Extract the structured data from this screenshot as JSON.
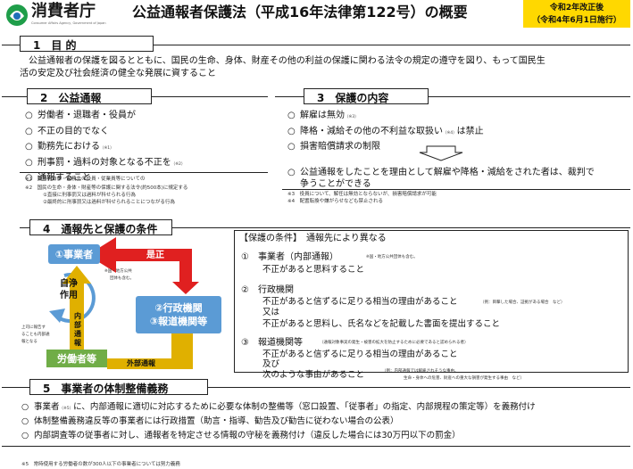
{
  "header": {
    "org_name": "消費者庁",
    "org_sub": "Consumer Affairs Agency, Government of Japan",
    "title": "公益通報者保護法（平成16年法律第122号）の概要",
    "badge_line1": "令和2年改正後",
    "badge_line2": "（令和4年6月1日施行）"
  },
  "s1": {
    "heading": "1　目 的",
    "line1": "公益通報者の保護を図るとともに、国民の生命、身体、財産その他の利益の保護に関わる法令の規定の遵守を図り、もって国民生",
    "line2": "活の安定及び社会経済の健全な発展に資すること"
  },
  "s2": {
    "heading": "2　公益通報",
    "items": [
      {
        "text": "労働者・退職者・役員が",
        "note": ""
      },
      {
        "text": "不正の目的でなく",
        "note": ""
      },
      {
        "text": "勤務先における",
        "note": "（※1）"
      },
      {
        "text": "刑事罰・過料の対象となる不正を",
        "note": "（※2）"
      },
      {
        "text": "通報すること",
        "note": ""
      }
    ],
    "fn1": "※1　勤務先自体・勤務先の役員・従業員等についての",
    "fn2": "※2　国民の生命・身体・財産等の保護に関する法令(約500本)に規定する",
    "fn3": "①直接に刑事罰又は過料が科せられる行為",
    "fn4": "②最終的に刑事罰又は過料が科せられることにつながる行為"
  },
  "s3": {
    "heading": "3　保護の内容",
    "items": [
      {
        "text": "解雇は無効",
        "note": "（※3）",
        "after": ""
      },
      {
        "text": "降格・減給その他の不利益な取扱い",
        "note": "（※4）",
        "after": "は禁止"
      },
      {
        "text": "損害賠償請求の制限",
        "note": "",
        "after": ""
      }
    ],
    "result1": "公益通報をしたことを理由として解雇や降格・減給をされた者は、裁判で",
    "result2": "争うことができる",
    "fn1": "※3　役員について、解任は無効とならないが、損害賠償請求が可能",
    "fn2": "※4　配置転換や嫌がらせなども禁止される"
  },
  "s4": {
    "heading": "4　通報先と保護の条件",
    "diagram": {
      "employer": "①事業者",
      "employer_note1": "※国・地方公共",
      "employer_note2": "団体も含む。",
      "self_label1": "自浄",
      "self_label2": "作用",
      "agency1": "②行政機関",
      "agency2": "③報道機関等",
      "correction": "是正",
      "internal": [
        "内",
        "部",
        "通",
        "報"
      ],
      "external": "外部通報",
      "workers": "労働者等",
      "side_note1": "上司に報告す",
      "side_note2": "ることも内部通",
      "side_note3": "報となる"
    },
    "conditions": {
      "title": "【保護の条件】　通報先により異なる",
      "c1_head": "①　事業者（内部通報）",
      "c1_note": "※国・地方公共団体も含む。",
      "c1_body": "不正があると思料すること",
      "c2_head": "②　行政機関",
      "c2_body1": "不正があると信ずるに足りる相当の理由があること",
      "c2_note": "（例：目撃した場合、証拠がある場合　など）",
      "c2_or": "又は",
      "c2_body2": "不正があると思料し、氏名などを記載した書面を提出すること",
      "c3_head": "③　報道機関等",
      "c3_note": "（通報対象事実の発生・被害の拡大を防止するために必要であると認められる者）",
      "c3_body1": "不正があると信ずるに足りる相当の理由があること",
      "c3_and": "及び",
      "c3_body2": "次のような事由があること",
      "c3_ex1": "（例：内部通報では解雇されそうな事由、",
      "c3_ex2": "生命・身体への危害、財産への重大な損害が発生する事由　など）"
    }
  },
  "s5": {
    "heading": "5　事業者の体制整備義務",
    "items": [
      {
        "pre": "事業者",
        "note": "（※5）",
        "text": "に、内部通報に適切に対応するために必要な体制の整備等（窓口設置、「従事者」の指定、内部規程の策定等）を義務付け"
      },
      {
        "pre": "",
        "note": "",
        "text": "体制整備義務違反等の事業者には行政措置（助言・指導、勧告及び勧告に従わない場合の公表）"
      },
      {
        "pre": "",
        "note": "",
        "text": "内部調査等の従事者に対し、通報者を特定させる情報の守秘を義務付け（違反した場合には30万円以下の罰金）"
      }
    ],
    "fn": "※5　常時使用する労働者の数が300人以下の事業者については努力義務"
  },
  "colors": {
    "blue_box": "#5b9bd5",
    "red_arrow": "#e02020",
    "green_box": "#70ad47",
    "yellow_arrow": "#e0b000",
    "badge": "#ffd800"
  }
}
